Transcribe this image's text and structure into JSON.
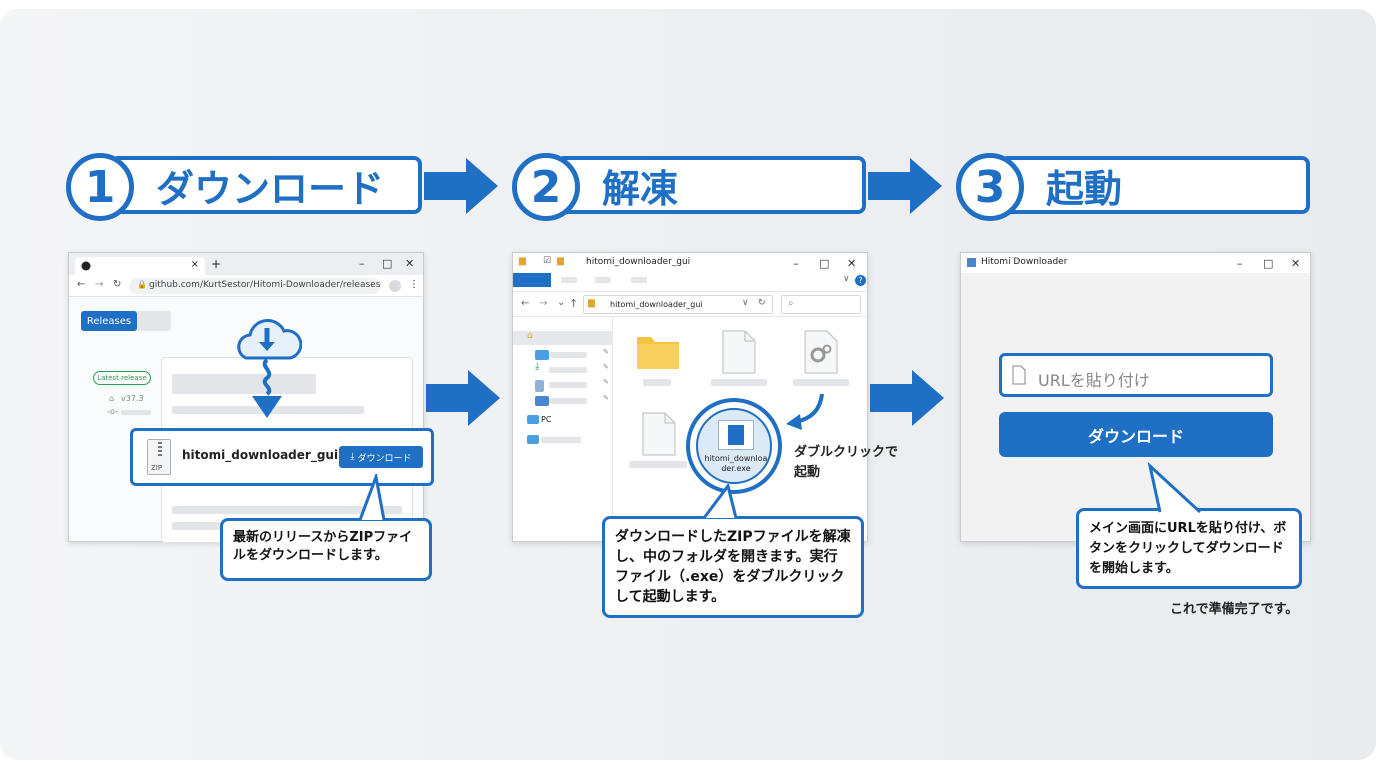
{
  "steps": [
    {
      "num": "1",
      "label": "ダウンロード"
    },
    {
      "num": "2",
      "label": "解凍"
    },
    {
      "num": "3",
      "label": "起動"
    }
  ],
  "browser": {
    "url": "github.com/KurtSestor/Hitomi-Downloader/releases",
    "releases_tab": "Releases",
    "latest_badge": "Latest release",
    "version": "v37.3"
  },
  "zip_card": {
    "icon_label": "ZIP",
    "filename": "hitomi_downloader_gui.zip",
    "button": "ダウンロード"
  },
  "callout1": "最新のリリースからZIPファイルをダウンロードします。",
  "explorer": {
    "title": "hitomi_downloader_gui",
    "path": "hitomi_downloader_gui",
    "pc_label": "PC",
    "exe_name": "hitomi_downloader.exe"
  },
  "dblclick_note": "ダブルクリックで起動",
  "callout2": "ダウンロードしたZIPファイルを解凍し、中のフォルダを開きます。実行ファイル（.exe）をダブルクリックして起動します。",
  "app": {
    "title": "Hitomi Downloader",
    "url_placeholder": "URLを貼り付け",
    "button": "ダウンロード"
  },
  "callout3": "メイン画面にURLを貼り付け、ボタンをクリックしてダウンロードを開始します。",
  "footer_note": "これで準備完了です。",
  "colors": {
    "accent": "#1f6fc5",
    "folder": "#f5c242"
  }
}
